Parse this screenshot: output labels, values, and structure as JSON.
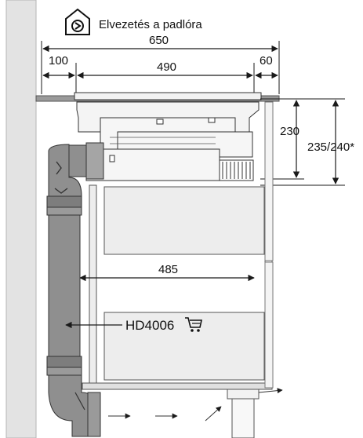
{
  "header": {
    "title": "Elvezetés a padlóra",
    "icon": "circulation-mode-icon"
  },
  "dimensions": {
    "total_width": "650",
    "left_gap": "100",
    "hob_width": "490",
    "right_gap": "60",
    "hob_height": "230",
    "hob_height_alt": "235/240*",
    "cabinet_inner_width": "485"
  },
  "accessory": {
    "code": "HD4006",
    "icon": "shopping-cart-icon"
  },
  "colors": {
    "wall": "#e3e3e3",
    "duct": "#8f8f8f",
    "worktop": "#9a9a9a",
    "panel": "#ededed",
    "line": "#1a1a1a"
  }
}
